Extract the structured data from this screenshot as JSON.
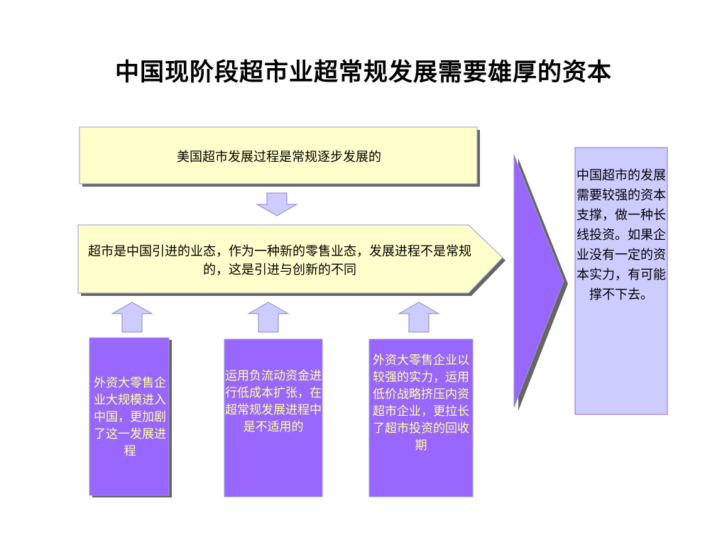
{
  "title": "中国现阶段超市业超常规发展需要雄厚的资本",
  "top_box": "美国超市发展过程是常规逐步发展的",
  "middle_box": "超市是中国引进的业态，作为一种新的零售业态，发展进程不是常规的，这是引进与创新的不同",
  "columns": [
    "外资大零售企业大规模进入中国，更加剧了这一发展进程",
    "运用负流动资金进行低成本扩张，在超常规发展进程中是不适用的",
    "外资大零售企业以较强的实力，运用低价战略挤压内资超市企业，更拉长了超市投资的回收期"
  ],
  "conclusion_box": "中国超市的发展需要较强的资本支撑，做一种长线投资。如果企业没有一定的资本实力，有可能撑不下去。",
  "colors": {
    "yellow_fill": "#ffffcc",
    "purple_fill": "#9966ff",
    "lavender_fill": "#ccccff",
    "outline": "#9999cc",
    "column_text": "#ffff99"
  }
}
